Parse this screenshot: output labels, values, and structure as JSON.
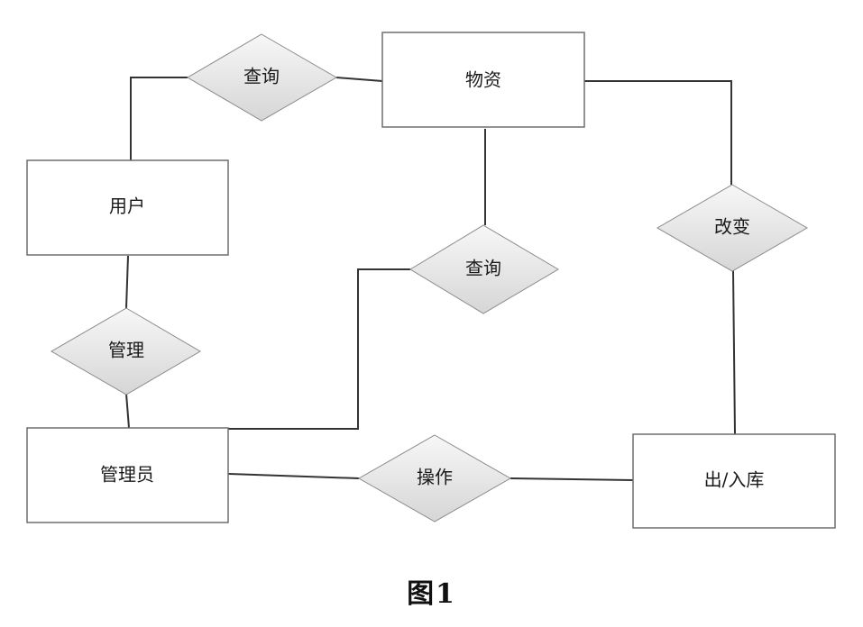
{
  "entities": {
    "goods": "物资",
    "user": "用户",
    "admin": "管理员",
    "inout": "出/入库"
  },
  "relationships": {
    "query_top": "查询",
    "query_mid": "查询",
    "manage": "管理",
    "change": "改变",
    "operate": "操作"
  },
  "caption": "图1",
  "colors": {
    "line": "#333333",
    "entity_border": "#6f6f6f",
    "diamond_fill_top": "#f7f7f7",
    "diamond_fill_bottom": "#d6d6d6"
  }
}
